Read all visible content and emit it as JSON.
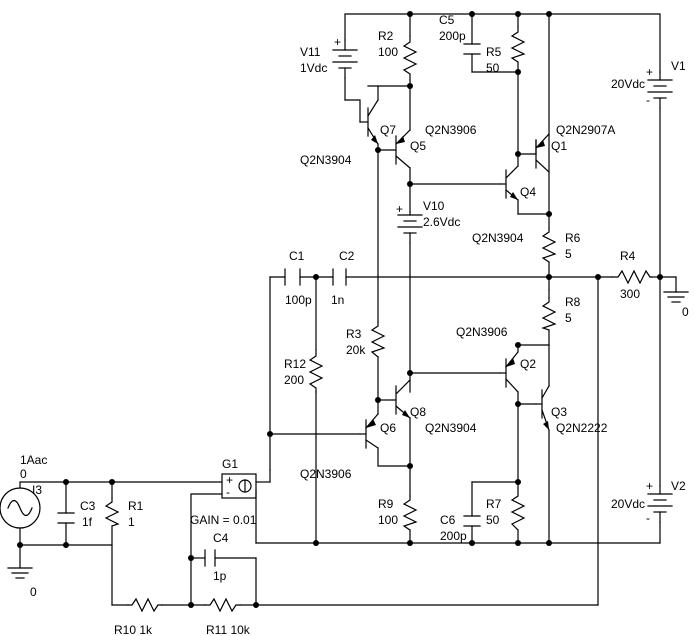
{
  "labels": {
    "v11_name": "V11",
    "v11_value": "1Vdc",
    "r2_name": "R2",
    "r2_value": "100",
    "c5_name": "C5",
    "c5_value": "200p",
    "r5_name": "R5",
    "r5_value": "50",
    "v1_name": "V1",
    "v1_value": "20Vdc",
    "q7_name": "Q7",
    "q7_model": "Q2N3904",
    "q5_name": "Q5",
    "q5_model": "Q2N3906",
    "q1_name": "Q1",
    "q1_model": "Q2N2907A",
    "q4_name": "Q4",
    "q4_model": "Q2N3904",
    "v10_name": "V10",
    "v10_value": "2.6Vdc",
    "r6_name": "R6",
    "r6_value": "5",
    "c1_name": "C1",
    "c1_value": "100p",
    "c2_name": "C2",
    "c2_value": "1n",
    "r4_name": "R4",
    "r4_value": "300",
    "r8_name": "R8",
    "r8_value": "5",
    "ground_label": "0",
    "r3_name": "R3",
    "r3_value": "20k",
    "r12_name": "R12",
    "r12_value": "200",
    "q2_name": "Q2",
    "q2_model": "Q2N3906",
    "q6_name": "Q6",
    "q6_model": "Q2N3906",
    "q8_name": "Q8",
    "q8_model": "Q2N3904",
    "q3_name": "Q3",
    "q3_model": "Q2N2222",
    "i3_name": "I3",
    "i3_value1": "1Aac",
    "i3_value2": "0",
    "g1_name": "G1",
    "g1_gain": "GAIN = 0.01",
    "c3_name": "C3",
    "c3_value": "1f",
    "r1_name": "R1",
    "r1_value": "1",
    "c4_name": "C4",
    "c4_value": "1p",
    "v2_name": "V2",
    "v2_value": "20Vdc",
    "r9_name": "R9",
    "r9_value": "100",
    "r7_name": "R7",
    "r7_value": "50",
    "c6_name": "C6",
    "c6_value": "200p",
    "r10_label": "R10 1k",
    "r11_label": "R11 10k"
  }
}
